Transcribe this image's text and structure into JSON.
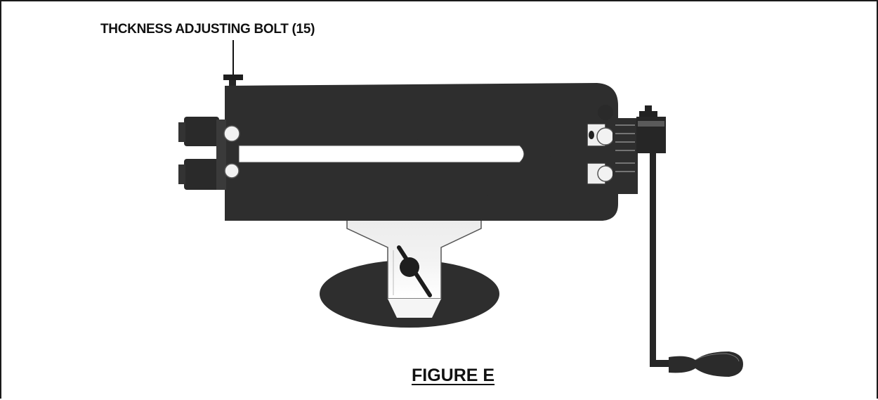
{
  "callout": {
    "label": "THCKNESS ADJUSTING BOLT (15)"
  },
  "figure": {
    "caption": "FIGURE E"
  },
  "icons": {
    "machine": "bead-roller-machine-illustration"
  }
}
